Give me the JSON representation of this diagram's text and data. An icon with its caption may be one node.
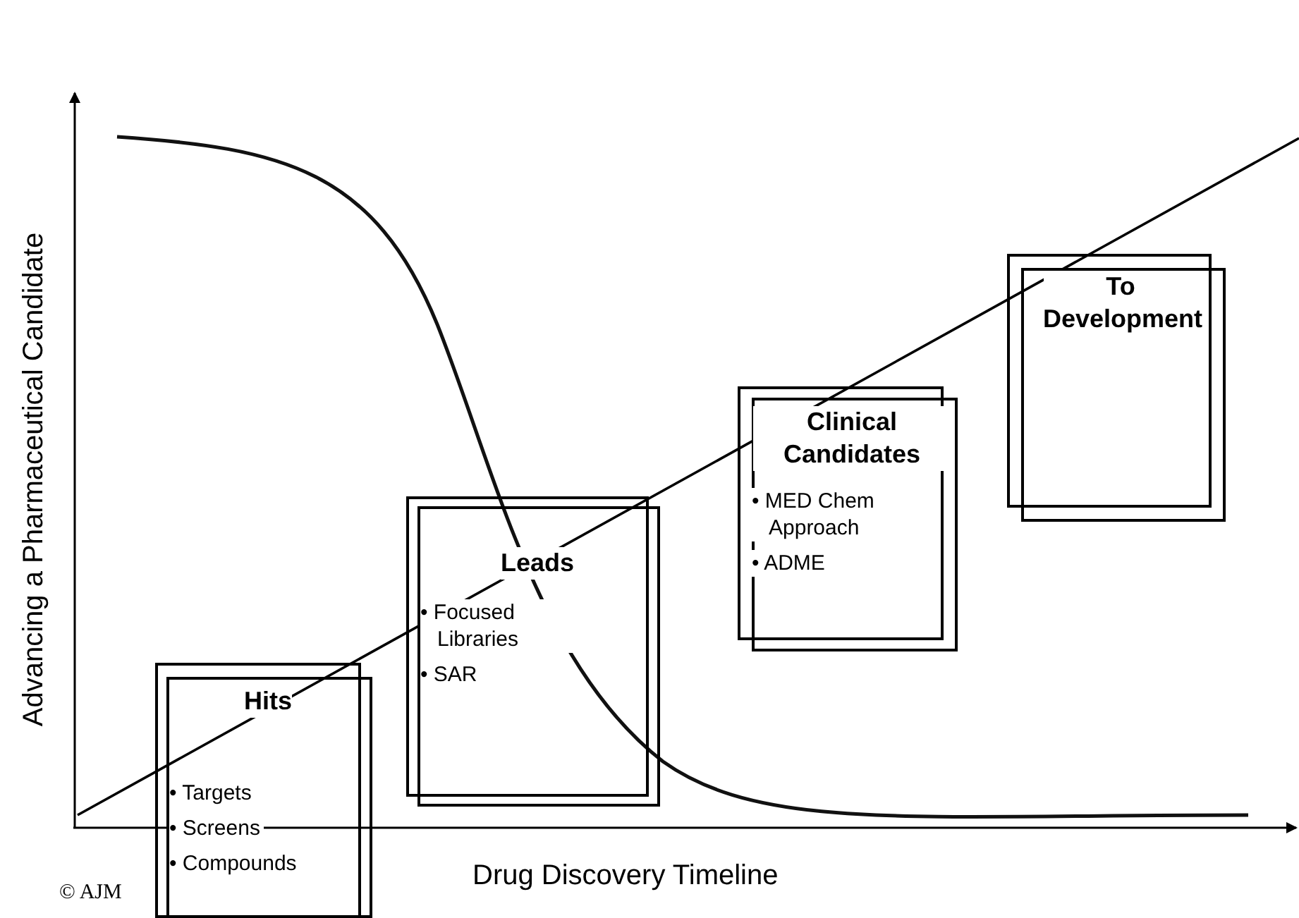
{
  "diagram": {
    "nodes": [
      {
        "text": [
          "Hits",
          "• Targets",
          "• Screens",
          "• Compounds"
        ]
      },
      {
        "text": [
          "Leads",
          "• Focused Libraries",
          "• SAR"
        ]
      },
      {
        "text": [
          "Clinical Candidates",
          "• MED Chem Approach",
          "• ADME"
        ]
      },
      {
        "text": [
          "To Development"
        ]
      }
    ],
    "labels": [
      "Advancing a Pharmaceutical Candidate",
      "Drug Discovery Timeline",
      "© AJM"
    ]
  }
}
